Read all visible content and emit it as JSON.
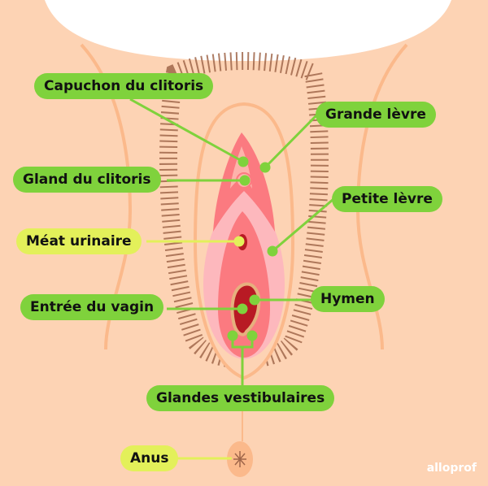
{
  "title": "Vulve - anatomie externe",
  "labels": {
    "capuchon": "Capuchon du clitoris",
    "grande_levre": "Grande lèvre",
    "gland": "Gland du clitoris",
    "petite_levre": "Petite lèvre",
    "meat": "Méat urinaire",
    "vagin": "Entrée du vagin",
    "hymen": "Hymen",
    "glandes": "Glandes vestibulaires",
    "anus": "Anus"
  },
  "logo": "alloprof",
  "colors": {
    "label_green": "#7fd23c",
    "label_yellow": "#e3f05a",
    "skin": "#fdd3b4",
    "hair": "#a0664a"
  }
}
